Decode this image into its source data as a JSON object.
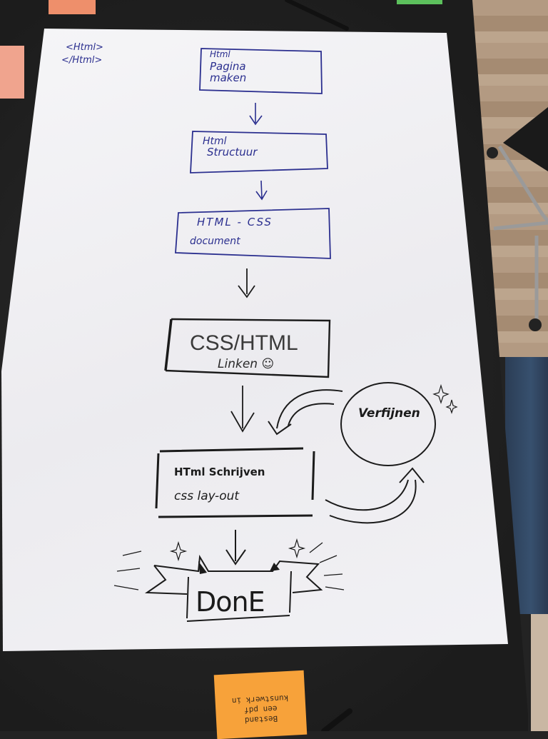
{
  "corner_tags": [
    "<Html>",
    "</Html>"
  ],
  "steps": [
    {
      "lines": [
        "Html",
        "Pagina",
        "maken"
      ]
    },
    {
      "lines": [
        "Html",
        "Structuur"
      ]
    },
    {
      "lines": [
        "HTML - CSS",
        "document"
      ]
    },
    {
      "lines": [
        "CSS/HTML",
        "Linken ☺"
      ]
    },
    {
      "lines": [
        "HTml  Schrijven",
        "css  lay-out"
      ]
    }
  ],
  "side_bubble": "Verfijnen",
  "final_banner": "DonE",
  "sticky_note": {
    "lines": [
      "Bestand",
      "een pdf",
      "kunstwerk in"
    ]
  },
  "colors": {
    "blue_marker": "#2b2f8f",
    "black_marker": "#1b1b1b",
    "paper": "#f1f1f4",
    "sticky": "#f7a23a"
  }
}
